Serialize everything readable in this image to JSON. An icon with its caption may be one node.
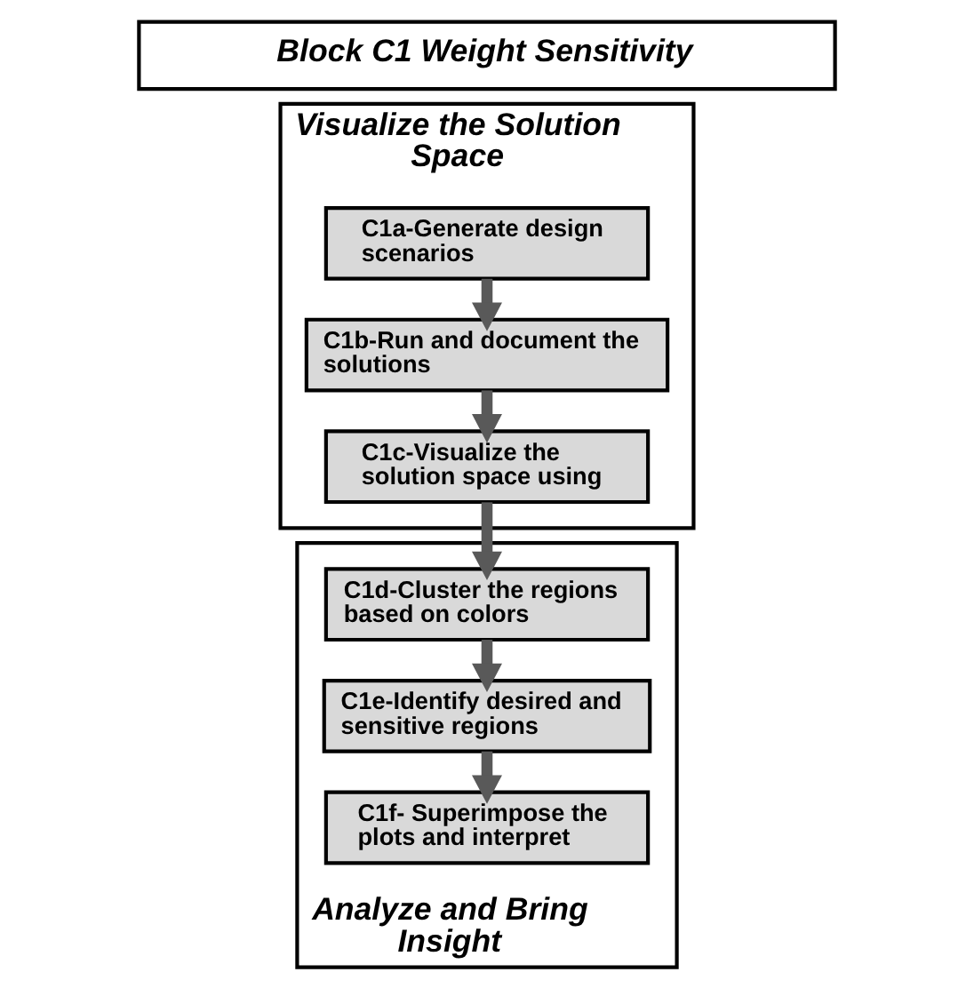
{
  "diagram": {
    "nodes": [
      {
        "text": [
          "Block C1 Weight Sensitivity"
        ]
      },
      {
        "text": [
          "Visualize the Solution Space"
        ]
      },
      {
        "text": [
          "C1a-Generate design scenarios"
        ],
        "in": 1
      },
      {
        "text": [
          "C1b-Run and document the solutions"
        ],
        "in": 1
      },
      {
        "text": [
          "C1c-Visualize the solution space using"
        ],
        "in": 1
      },
      {
        "text": [
          "Analyze and Bring Insight"
        ]
      },
      {
        "text": [
          "C1d-Cluster the regions based on colors"
        ],
        "in": 5
      },
      {
        "text": [
          "C1e-Identify desired and sensitive regions"
        ],
        "in": 5
      },
      {
        "text": [
          "C1f- Superimpose the plots and interpret"
        ],
        "in": 5
      }
    ],
    "edges": [
      {
        "from": 2,
        "to": 3,
        "arrow": "to"
      },
      {
        "from": 3,
        "to": 4,
        "arrow": "to"
      },
      {
        "from": 4,
        "to": 6,
        "arrow": "to"
      },
      {
        "from": 6,
        "to": 7,
        "arrow": "to"
      },
      {
        "from": 7,
        "to": 8,
        "arrow": "to"
      }
    ]
  }
}
